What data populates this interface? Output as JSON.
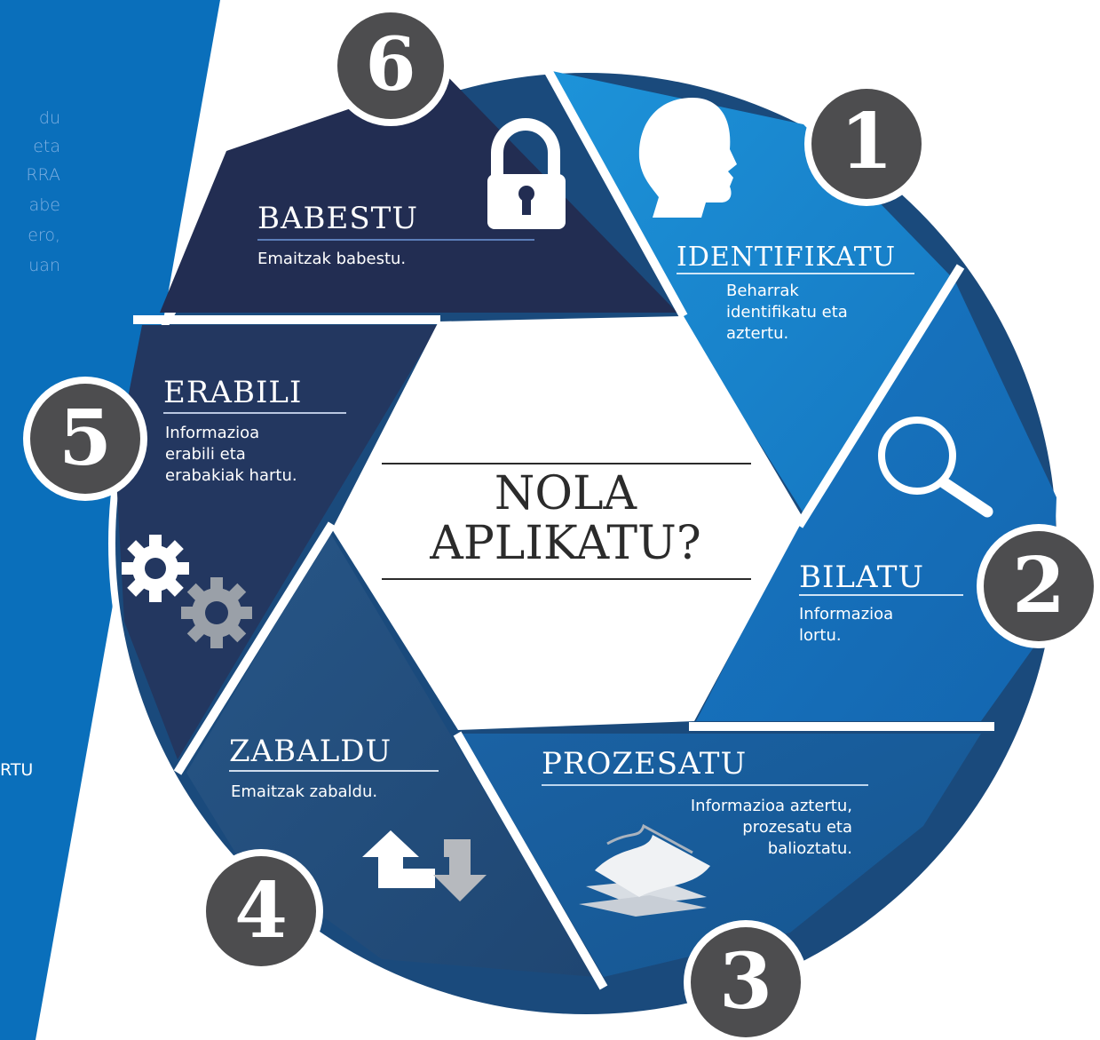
{
  "center": {
    "line1": "NOLA",
    "line2": "APLIKATU?"
  },
  "steps": [
    {
      "number": "1",
      "title": "IDENTIFIKATU",
      "desc": [
        "Beharrak",
        "identifikatu eta",
        "aztertu."
      ]
    },
    {
      "number": "2",
      "title": "BILATU",
      "desc": [
        "Informazioa",
        "lortu."
      ]
    },
    {
      "number": "3",
      "title": "PROZESATU",
      "desc": [
        "Informazioa aztertu,",
        "prozesatu eta",
        "balioztatu."
      ]
    },
    {
      "number": "4",
      "title": "ZABALDU",
      "desc": [
        "Emaitzak zabaldu."
      ]
    },
    {
      "number": "5",
      "title": "ERABILI",
      "desc": [
        "Informazioa",
        "erabili eta",
        "erabakiak hartu."
      ]
    },
    {
      "number": "6",
      "title": "BABESTU",
      "desc": [
        "Emaitzak babestu."
      ]
    }
  ],
  "side_text": [
    "du",
    "eta",
    "RRA",
    "abe",
    "ero,",
    "uan"
  ],
  "side_bottom": "RTU",
  "icons": {
    "step1": "head-icon",
    "step2": "magnifier-icon",
    "step3": "papers-icon",
    "step4": "arrows-icon",
    "step5": "gears-icon",
    "step6": "lock-icon"
  },
  "colors": {
    "seg1": "#1a8ad0",
    "seg2": "#1672be",
    "seg3": "#185d9e",
    "seg4": "#234d7b",
    "seg5": "#233760",
    "seg6": "#222d52",
    "badge": "#4d4d4f",
    "left_panel": "#0a6fbb"
  }
}
